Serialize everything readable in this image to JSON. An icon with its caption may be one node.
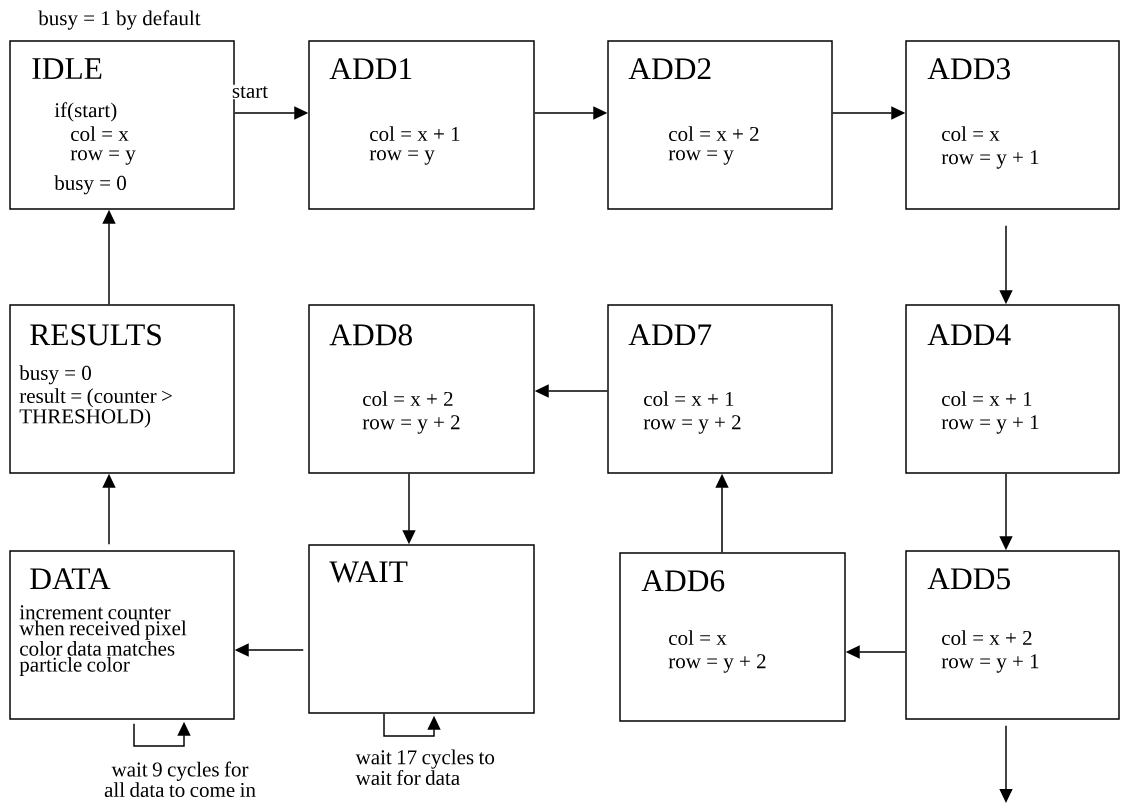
{
  "diagram": {
    "nodes": [
      {
        "text": [
          "IDLE",
          "if(start)",
          "col = x",
          "row = y",
          "busy = 0"
        ]
      },
      {
        "text": [
          "ADD1",
          "col = x + 1",
          "row = y"
        ]
      },
      {
        "text": [
          "ADD2",
          "col = x + 2",
          "row = y"
        ]
      },
      {
        "text": [
          "ADD3",
          "col = x",
          "row = y + 1"
        ]
      },
      {
        "text": [
          "RESULTS",
          "busy = 0",
          "result = (counter > THRESHOLD)"
        ]
      },
      {
        "text": [
          "ADD8",
          "col = x + 2",
          "row = y + 2"
        ]
      },
      {
        "text": [
          "ADD7",
          "col = x + 1",
          "row = y + 2"
        ]
      },
      {
        "text": [
          "ADD4",
          "col = x + 1",
          "row = y + 1"
        ]
      },
      {
        "text": [
          "DATA",
          "increment counter when received pixel color data matches particle color"
        ]
      },
      {
        "text": [
          "WAIT"
        ]
      },
      {
        "text": [
          "ADD6",
          "col = x",
          "row = y + 2"
        ]
      },
      {
        "text": [
          "ADD5",
          "col = x + 2",
          "row = y + 1"
        ]
      }
    ],
    "edges": [
      {
        "from": 0,
        "to": 1,
        "arrow": "to",
        "label": "start"
      },
      {
        "from": 1,
        "to": 2,
        "arrow": "to"
      },
      {
        "from": 2,
        "to": 3,
        "arrow": "to"
      },
      {
        "from": 3,
        "to": 7,
        "arrow": "to"
      },
      {
        "from": 7,
        "to": 11,
        "arrow": "to"
      },
      {
        "from": 11,
        "to": 10,
        "arrow": "to"
      },
      {
        "from": 10,
        "to": 6,
        "arrow": "to"
      },
      {
        "from": 6,
        "to": 5,
        "arrow": "to"
      },
      {
        "from": 5,
        "to": 9,
        "arrow": "to"
      },
      {
        "from": 9,
        "to": 8,
        "arrow": "to"
      },
      {
        "from": 8,
        "to": 4,
        "arrow": "to"
      },
      {
        "from": 4,
        "to": 0,
        "arrow": "to"
      },
      {
        "from": 11,
        "to": null,
        "arrow": "to"
      },
      {
        "from": 8,
        "to": 8,
        "arrow": "to",
        "label": "wait 9 cycles for all data to come in"
      },
      {
        "from": 9,
        "to": 9,
        "arrow": "to",
        "label": "wait 17 cycles to wait for data"
      }
    ],
    "labels": [
      "busy = 1 by default"
    ]
  }
}
